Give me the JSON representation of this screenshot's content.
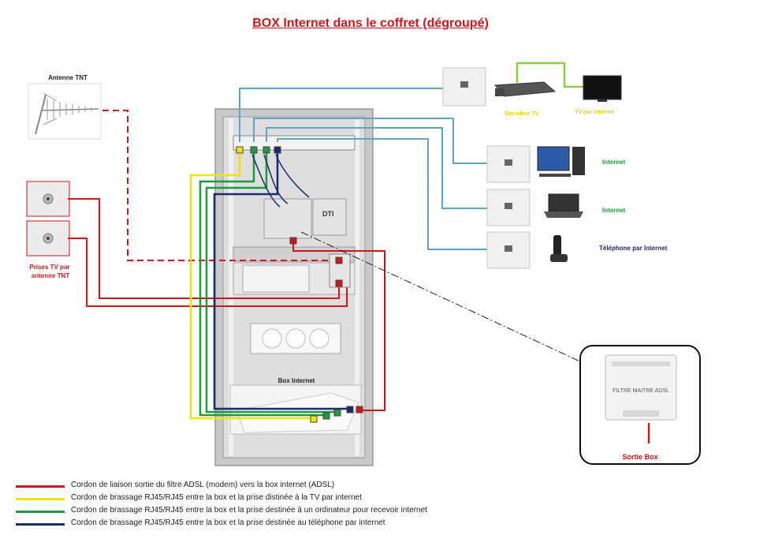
{
  "title": "BOX Internet dans le coffret (dégroupé)",
  "labels": {
    "antenne": "Antenne TNT",
    "prises_tv": "Prises  TV par\nantenne TNT",
    "decodeur": "Decodeur TV",
    "tv_internet": "TV par Internet",
    "internet_1": "Internet",
    "internet_2": "Internet",
    "telephone": "Téléphone par Internet",
    "box_internet": "Box Internet",
    "filtre": "FILTRE MAITRE ADSL",
    "sortie_box": "Sortie Box",
    "dti": "DTI"
  },
  "colors": {
    "red": "#d0161b",
    "yellow": "#f2e300",
    "green": "#1f9a3c",
    "navy": "#1b2a6b",
    "blue_cable": "#5aa8c8",
    "light_green": "#8ccf3c"
  },
  "legend": [
    {
      "color": "#d0161b",
      "text": "Cordon de liaison sortie du filtre ADSL (modem) vers la box internet (ADSL)"
    },
    {
      "color": "#f2e300",
      "text": "Cordon de brassage RJ45/RJ45 entre la box et la prise distinée à la TV par internet"
    },
    {
      "color": "#1f9a3c",
      "text": "Cordon de brassage RJ45/RJ45 entre la box et la prise destinée à un ordinateur pour recevoir internet"
    },
    {
      "color": "#1b2a6b",
      "text": "Cordon de brassage RJ45/RJ45 entre la box et la prise destinée au téléphone par internet"
    }
  ]
}
